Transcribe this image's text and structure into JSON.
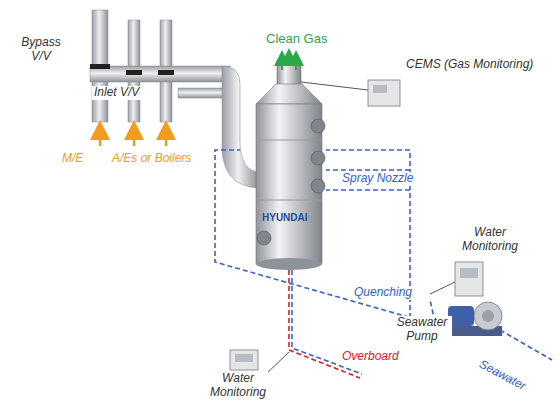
{
  "diagram": {
    "labels": [
      "Bypass V/V",
      "Clean Gas",
      "CEMS (Gas Monitoring)",
      "Inlet V/V",
      "HYUNDAI",
      "Spray Nozzle",
      "M/E",
      "A/Es or Boilers",
      "Water Monitoring",
      "Quenching",
      "Overboard",
      "Seawater Pump",
      "Water Monitoring",
      "Seawater"
    ]
  }
}
